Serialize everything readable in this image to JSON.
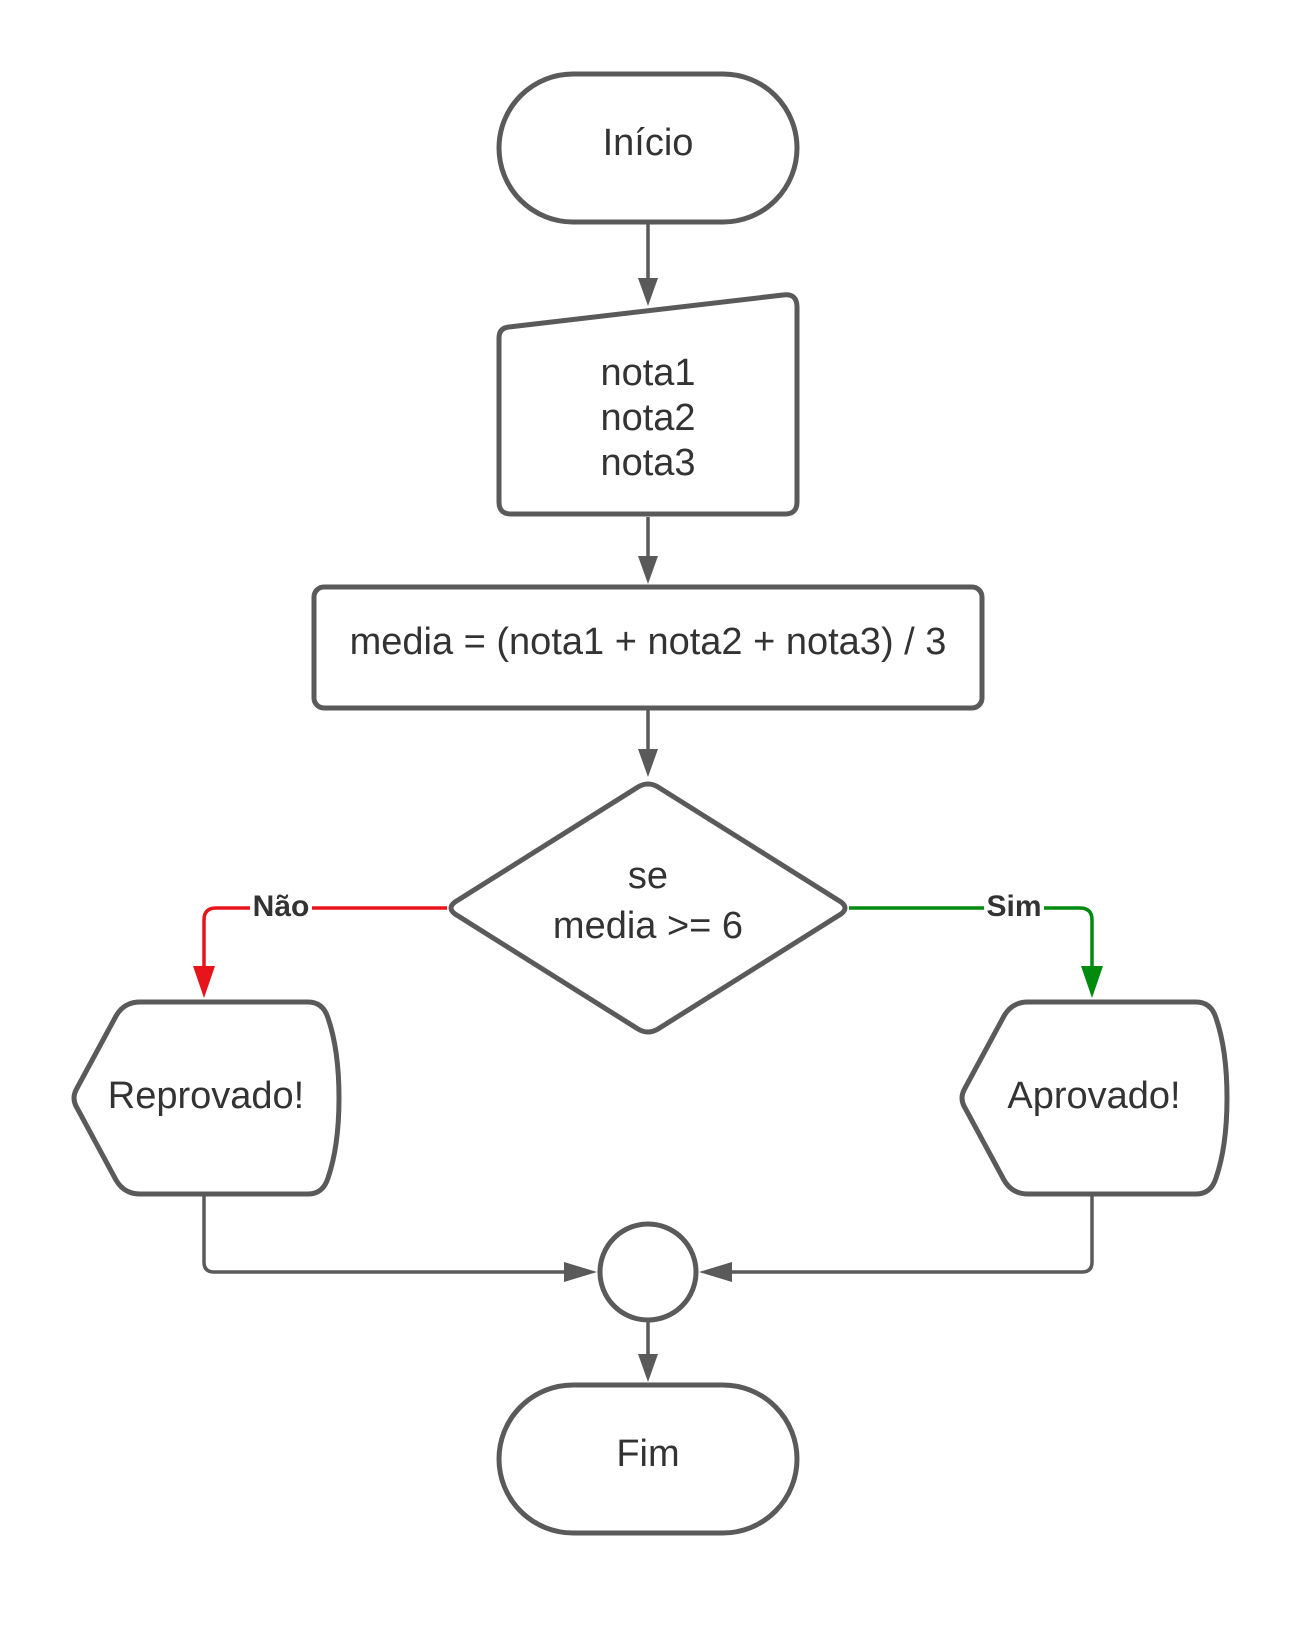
{
  "colors": {
    "stroke": "#5a5a5a",
    "text": "#333333",
    "no_branch": "#e8141b",
    "yes_branch": "#008a0e"
  },
  "nodes": {
    "start": {
      "label": "Início"
    },
    "input": {
      "lines": [
        "nota1",
        "nota2",
        "nota3"
      ]
    },
    "process": {
      "label": "media = (nota1 + nota2 + nota3) / 3"
    },
    "decision": {
      "lines": [
        "se",
        "media >= 6"
      ]
    },
    "display_no": {
      "label": "Reprovado!"
    },
    "display_yes": {
      "label": "Aprovado!"
    },
    "end": {
      "label": "Fim"
    }
  },
  "edges": {
    "no_label": "Não",
    "yes_label": "Sim"
  }
}
